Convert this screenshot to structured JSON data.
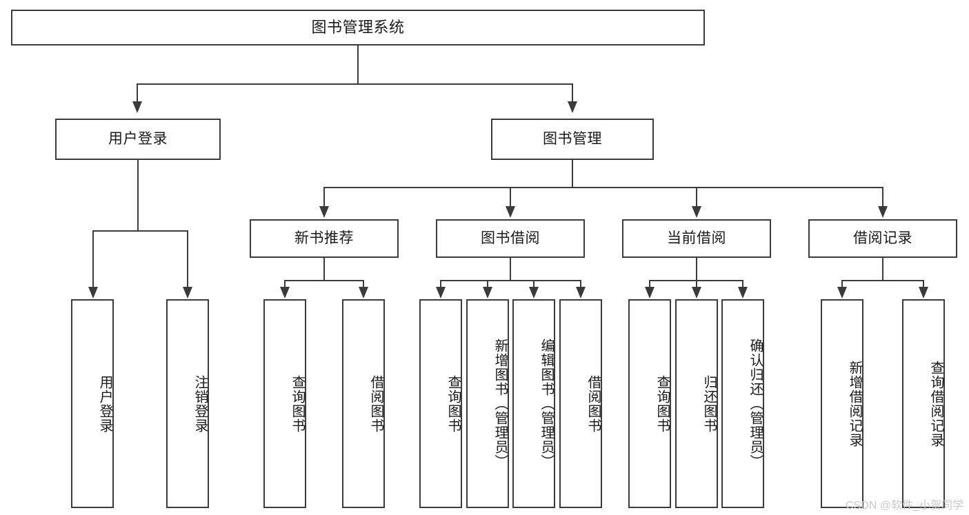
{
  "diagram": {
    "type": "tree",
    "title": "图书管理系统",
    "root": {
      "label": "图书管理系统"
    },
    "level2": [
      {
        "label": "用户登录"
      },
      {
        "label": "图书管理"
      }
    ],
    "level3": [
      {
        "label": "新书推荐"
      },
      {
        "label": "图书借阅"
      },
      {
        "label": "当前借阅"
      },
      {
        "label": "借阅记录"
      }
    ],
    "leaves": {
      "user_login": [
        {
          "label": "用户登录"
        },
        {
          "label": "注销登录"
        }
      ],
      "new_book_recommend": [
        {
          "label": "查询图书"
        },
        {
          "label": "借阅图书"
        }
      ],
      "book_borrow": [
        {
          "label": "查询图书"
        },
        {
          "label": "新增图书（管理员）"
        },
        {
          "label": "编辑图书（管理员）"
        },
        {
          "label": "借阅图书"
        }
      ],
      "current_borrow": [
        {
          "label": "查询图书"
        },
        {
          "label": "归还图书"
        },
        {
          "label": "确认归还（管理员）"
        }
      ],
      "borrow_record": [
        {
          "label": "新增借阅记录"
        },
        {
          "label": "查询借阅记录"
        }
      ]
    },
    "watermark": "CSDN @软件_小贺同学",
    "colors": {
      "stroke": "#3b3b3b",
      "fill": "#ffffff",
      "text": "#1a1a1a",
      "watermark": "#c9c9c9"
    }
  }
}
